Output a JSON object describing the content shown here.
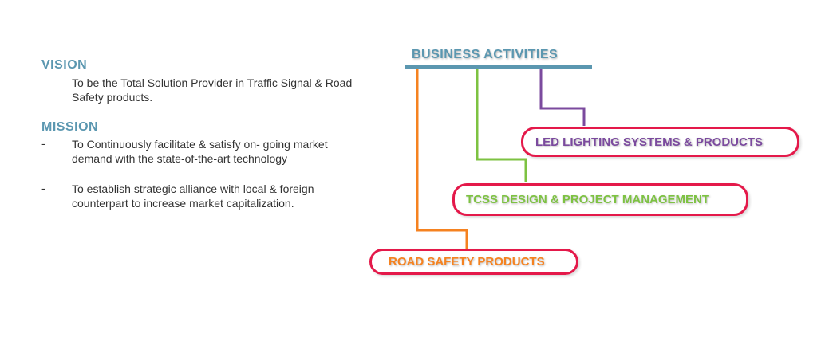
{
  "vision": {
    "title": "VISION",
    "text": "To be the Total Solution Provider in Traffic Signal & Road Safety products."
  },
  "mission": {
    "title": "MISSION",
    "items": [
      {
        "bullet": "-",
        "text": "To Continuously facilitate & satisfy on- going market demand with the state-of-the-art technology"
      },
      {
        "bullet": "-",
        "text": "To establish strategic alliance with local & foreign counterpart to increase market capitalization."
      }
    ]
  },
  "business": {
    "title": "BUSINESS ACTIVITIES",
    "items": [
      {
        "label": "LED LIGHTING SYSTEMS & PRODUCTS",
        "color": "#7b4a9e"
      },
      {
        "label": "TCSS DESIGN & PROJECT MANAGEMENT",
        "color": "#7dc242"
      },
      {
        "label": "ROAD SAFETY PRODUCTS",
        "color": "#f58220"
      }
    ],
    "accent": "#5b97b0",
    "border": "#e4194a"
  }
}
